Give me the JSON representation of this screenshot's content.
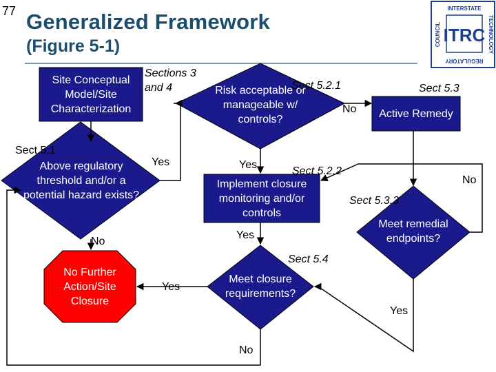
{
  "slide": {
    "number": "77"
  },
  "title": {
    "line1": "Generalized Framework",
    "line2": "(Figure 5-1)"
  },
  "logo": {
    "brand": "ITRC",
    "ring_text": [
      "INTERSTATE",
      "TECHNOLOGY",
      "REGULATORY",
      "COUNCIL"
    ],
    "colors": {
      "primary": "#1c3f94",
      "background": "#ffffff"
    }
  },
  "colors": {
    "box_fill": "#1a1a8c",
    "stop_fill": "#ff0000",
    "connector": "#000000",
    "title": "#1c4e6c"
  },
  "nodes": {
    "site_model": "Site Conceptual Model/Site Characterization",
    "above_threshold": "Above regulatory threshold and/or a potential  hazard exists?",
    "risk": "Risk acceptable or manageable w/ controls?",
    "active_remedy": "Active Remedy",
    "implement": "Implement closure monitoring and/or controls",
    "meet_remedial": "Meet remedial endpoints?",
    "no_further": "No Further Action/Site Closure",
    "meet_closure": "Meet closure requirements?"
  },
  "labels": {
    "sections_3_4": "Sections 3 and 4",
    "sect_5_1": "Sect 5.1",
    "sect_5_2_1": "Sect 5.2.1",
    "sect_5_3": "Sect 5.3",
    "sect_5_2_2": "Sect 5.2.2",
    "sect_5_3_3": "Sect 5.3.3",
    "sect_5_4": "Sect 5.4",
    "yes_threshold": "Yes",
    "no_threshold": "No",
    "yes_risk": "Yes",
    "no_risk": "No",
    "yes_implement": "Yes",
    "no_remedial": "No",
    "yes_closure": "Yes",
    "no_closure": "No",
    "yes_remedial": "Yes"
  }
}
